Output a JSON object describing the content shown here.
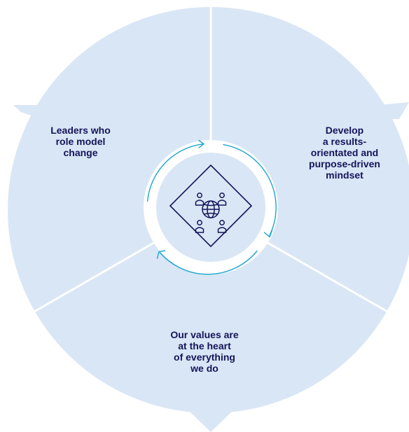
{
  "diagram": {
    "segments": [
      {
        "id": "leaders",
        "label": "Leaders who\nrole model\nchange"
      },
      {
        "id": "develop",
        "label": "Develop\na results-\norientated and\npurpose-driven\nmindset"
      },
      {
        "id": "values",
        "label": "Our values are\nat the heart\nof everything\nwe do"
      }
    ],
    "center": {
      "icon": "global-people-network-icon"
    }
  },
  "colors": {
    "segment_fill": "#d9e6f5",
    "divider": "#ffffff",
    "cycle_arrow": "#1ba6cf",
    "icon_stroke": "#14145a",
    "text": "#14145a"
  }
}
